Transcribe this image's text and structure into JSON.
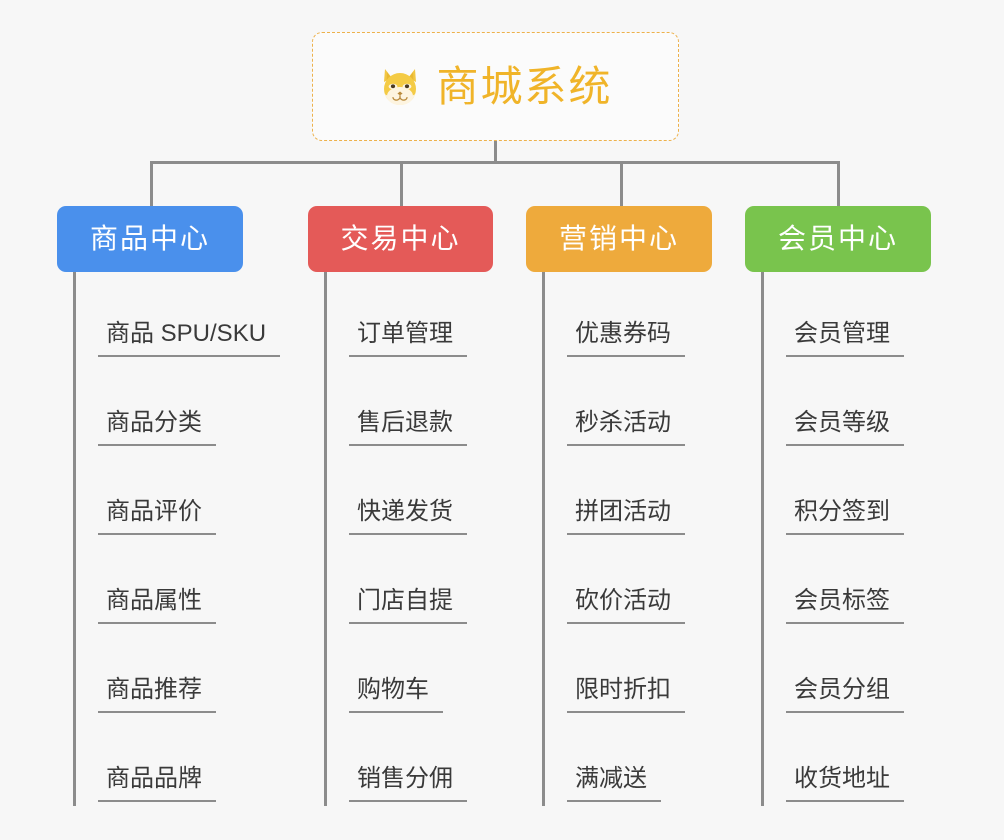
{
  "diagram": {
    "type": "mind-map",
    "background_color": "#f7f7f7",
    "connector_color": "#8c8c8c",
    "root": {
      "title": "商城系统",
      "icon": "shiba-dog-face-emoji",
      "text_color": "#f0b429",
      "border_color": "#edb14b",
      "border_style": "dashed",
      "background_color": "#fbfbfb"
    },
    "branches": [
      {
        "label": "商品中心",
        "color": "#4a90ec",
        "items": [
          "商品 SPU/SKU",
          "商品分类",
          "商品评价",
          "商品属性",
          "商品推荐",
          "商品品牌"
        ]
      },
      {
        "label": "交易中心",
        "color": "#e45a58",
        "items": [
          "订单管理",
          "售后退款",
          "快递发货",
          "门店自提",
          "购物车",
          "销售分佣"
        ]
      },
      {
        "label": "营销中心",
        "color": "#eeaa3c",
        "items": [
          "优惠券码",
          "秒杀活动",
          "拼团活动",
          "砍价活动",
          "限时折扣",
          "满减送"
        ]
      },
      {
        "label": "会员中心",
        "color": "#79c44d",
        "items": [
          "会员管理",
          "会员等级",
          "积分签到",
          "会员标签",
          "会员分组",
          "收货地址"
        ]
      }
    ]
  }
}
